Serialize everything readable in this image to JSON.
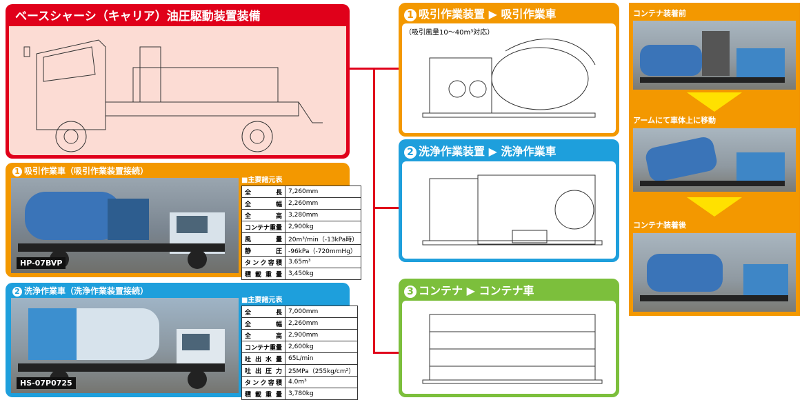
{
  "chassis": {
    "title": "ベースシャーシ（キャリア）油圧駆動装置装備"
  },
  "suction_device": {
    "num": "1",
    "title": "吸引作業装置 ▶ 吸引作業車",
    "note": "（吸引風量10〜40m³対応）"
  },
  "washing_device": {
    "num": "2",
    "title": "洗浄作業装置 ▶ 洗浄作業車"
  },
  "container": {
    "num": "3",
    "title": "コンテナ ▶ コンテナ車"
  },
  "suction_truck": {
    "num": "1",
    "title": "吸引作業車（吸引作業装置接続）",
    "model": "HP-07BVP",
    "spec_header": "■主要諸元表",
    "specs": [
      [
        "全　長",
        "7,260mm"
      ],
      [
        "全　幅",
        "2,260mm"
      ],
      [
        "全　高",
        "3,280mm"
      ],
      [
        "コンテナ重量",
        "2,900kg"
      ],
      [
        "風　量",
        "20m³/min（-13kPa時）"
      ],
      [
        "静　圧",
        "-96kPa（-720mmHg）"
      ],
      [
        "タンク容積",
        "3.65m³"
      ],
      [
        "積載重量",
        "3,450kg"
      ]
    ]
  },
  "washing_truck": {
    "num": "2",
    "title": "洗浄作業車（洗浄作業装置接続）",
    "model": "HS-07P0725",
    "spec_header": "■主要諸元表",
    "specs": [
      [
        "全　長",
        "7,000mm"
      ],
      [
        "全　幅",
        "2,260mm"
      ],
      [
        "全　高",
        "2,900mm"
      ],
      [
        "コンテナ重量",
        "2,600kg"
      ],
      [
        "吐出水量",
        "65L/min"
      ],
      [
        "吐出圧力",
        "25MPa（255kg/cm²）"
      ],
      [
        "タンク容積",
        "4.0m³"
      ],
      [
        "積載重量",
        "3,780kg"
      ]
    ]
  },
  "steps": {
    "before": "コンテナ装着前",
    "move": "アームにて車体上に移動",
    "after": "コンテナ装着後"
  },
  "colors": {
    "red": "#e0001a",
    "orange": "#f39800",
    "blue": "#1e9fdc",
    "green": "#7cbf3c",
    "pink": "#fcdcd4"
  }
}
